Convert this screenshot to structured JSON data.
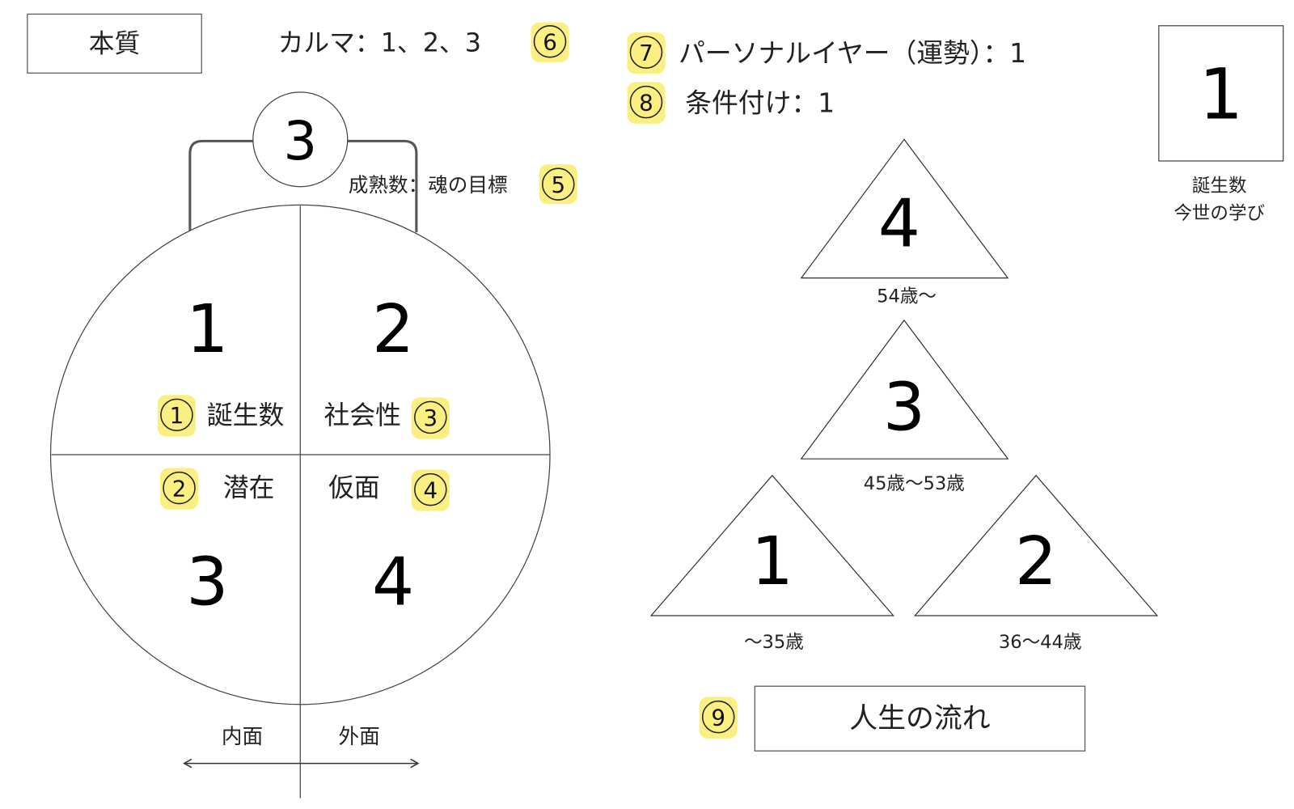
{
  "title_box": "本質",
  "karma": {
    "text": "カルマ：1、2、3",
    "badge": "6"
  },
  "maturity": {
    "value": "3",
    "text": "成熟数：魂の目標",
    "badge": "5"
  },
  "circle": {
    "quadrants": [
      {
        "value": "1",
        "label": "誕生数",
        "badge": "1"
      },
      {
        "value": "2",
        "label": "社会性",
        "badge": "3"
      },
      {
        "value": "3",
        "label": "潜在",
        "badge": "2"
      },
      {
        "value": "4",
        "label": "仮面",
        "badge": "4"
      }
    ],
    "inner_label": "内面",
    "outer_label": "外面"
  },
  "personal_year": {
    "text": "パーソナルイヤー（運勢）：1",
    "badge": "7"
  },
  "conditioning": {
    "text": "条件付け：1",
    "badge": "8"
  },
  "birth_box": {
    "value": "1",
    "label1": "誕生数",
    "label2": "今世の学び"
  },
  "life_flow": {
    "triangles": [
      {
        "value": "4",
        "age": "54歳〜"
      },
      {
        "value": "3",
        "age": "45歳〜53歳"
      },
      {
        "value": "1",
        "age": "〜35歳"
      },
      {
        "value": "2",
        "age": "36〜44歳"
      }
    ],
    "box_label": "人生の流れ",
    "badge": "9"
  },
  "colors": {
    "highlight": "#fbef82"
  }
}
